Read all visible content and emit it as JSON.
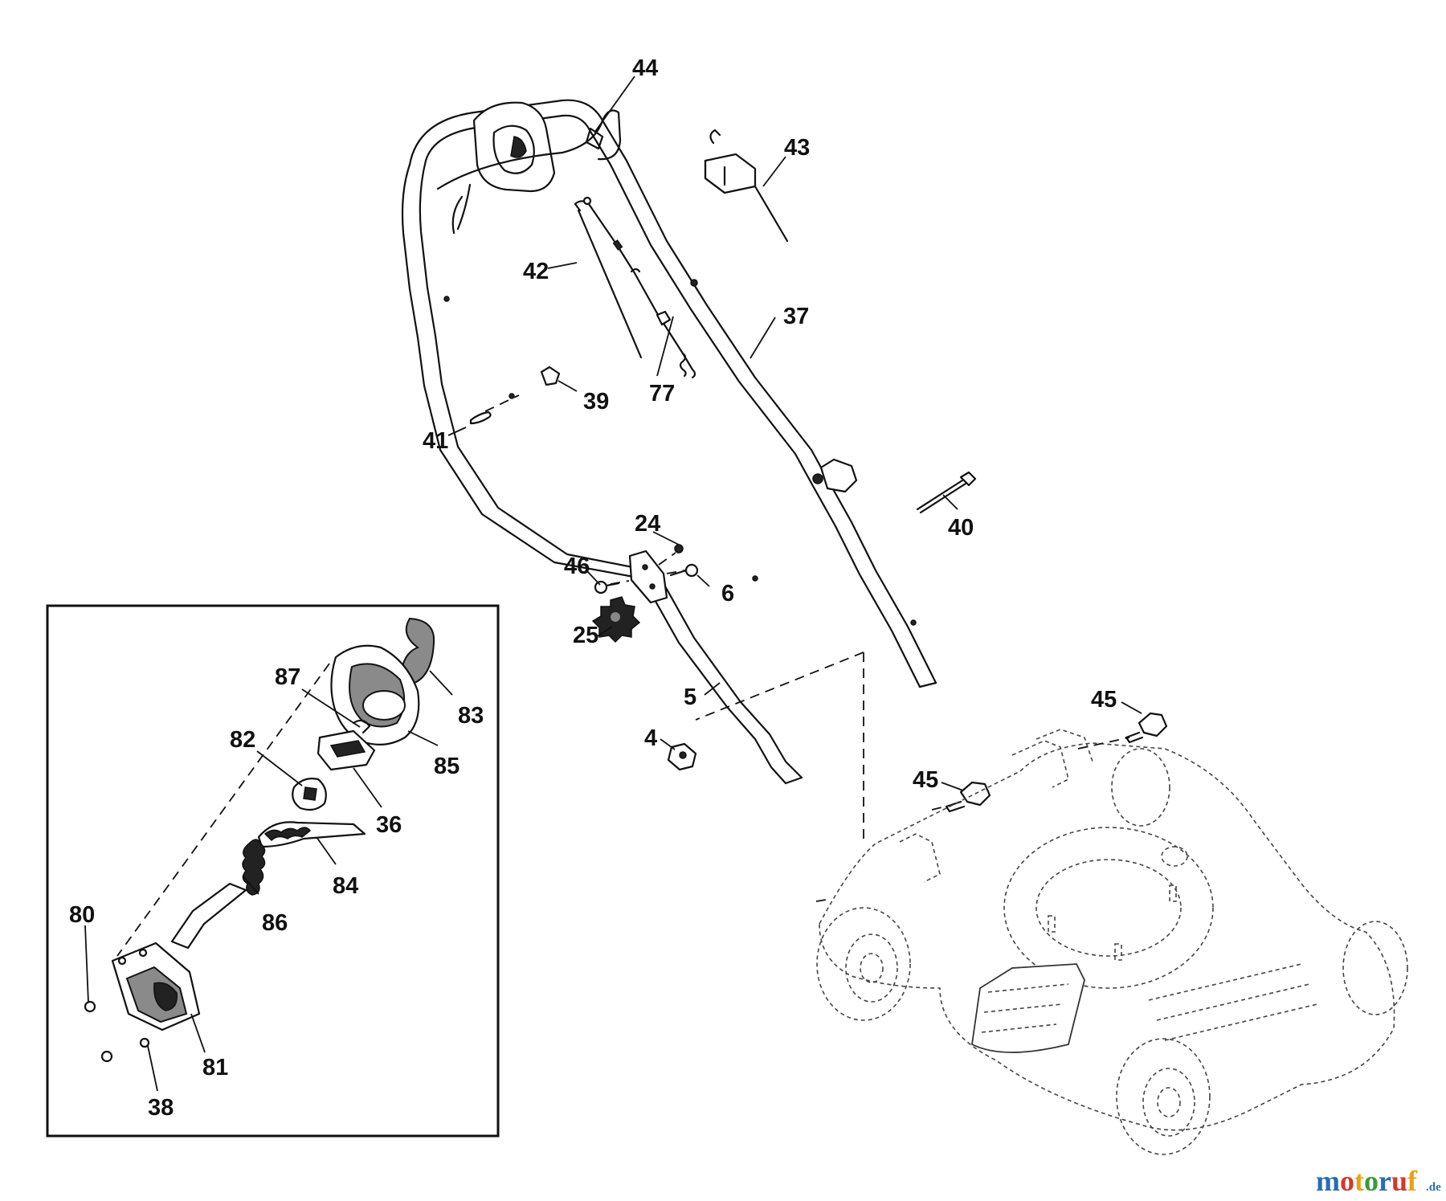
{
  "labels": {
    "p44": "44",
    "p43": "43",
    "p42": "42",
    "p37": "37",
    "p39": "39",
    "p77": "77",
    "p41": "41",
    "p24": "24",
    "p40": "40",
    "p46": "46",
    "p6": "6",
    "p25": "25",
    "p5": "5",
    "p4": "4",
    "p45a": "45",
    "p45b": "45",
    "p87": "87",
    "p83": "83",
    "p82": "82",
    "p85": "85",
    "p36": "36",
    "p84": "84",
    "p86": "86",
    "p80": "80",
    "p81": "81",
    "p38": "38"
  },
  "watermark": {
    "letters": [
      "m",
      "o",
      "t",
      "o",
      "r",
      "u",
      "f"
    ],
    "letter_colors": [
      "#2a6db0",
      "#d33a2c",
      "#e8a21a",
      "#3a9a3a",
      "#2a6db0",
      "#d33a2c",
      "#e8a21a"
    ],
    "suffix": ".de"
  }
}
